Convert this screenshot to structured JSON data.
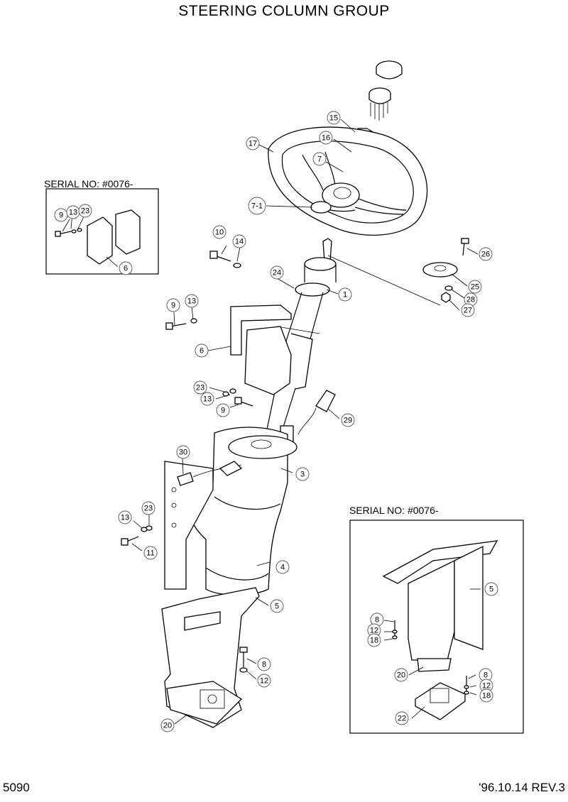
{
  "title": "STEERING COLUMN GROUP",
  "serial_note_left": "SERIAL NO: #0076-",
  "serial_note_right": "SERIAL NO: #0076-",
  "page_number": "5090",
  "revision": "'96.10.14 REV.3",
  "callouts": [
    "15",
    "16",
    "7",
    "17",
    "7-1",
    "10",
    "14",
    "24",
    "1",
    "26",
    "25",
    "28",
    "27",
    "9",
    "13",
    "6",
    "23",
    "13",
    "9",
    "29",
    "30",
    "3",
    "13",
    "23",
    "11",
    "4",
    "5",
    "8",
    "12",
    "20",
    "9",
    "13",
    "23",
    "6",
    "5",
    "8",
    "12",
    "18",
    "20",
    "8",
    "12",
    "18",
    "22"
  ]
}
